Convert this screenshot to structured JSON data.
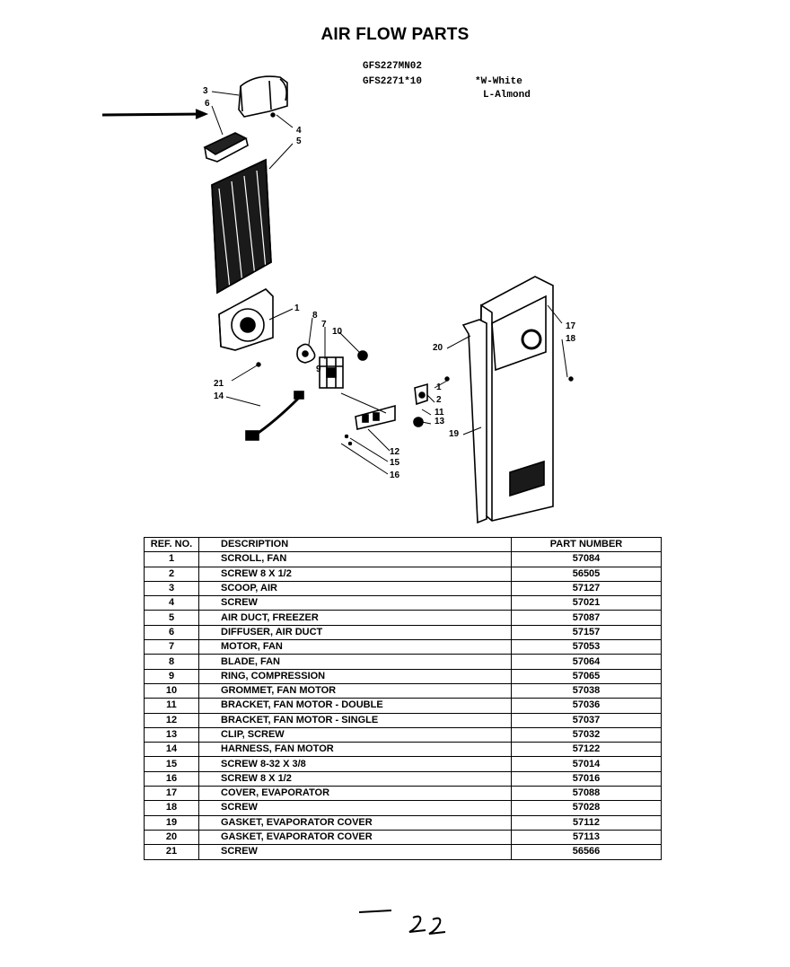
{
  "title": "AIR FLOW PARTS",
  "models": [
    "GFS227MN02",
    "GFS2271*10"
  ],
  "legend": [
    "*W-White",
    "L-Almond"
  ],
  "callouts": [
    "3",
    "6",
    "4",
    "5",
    "1",
    "8",
    "7",
    "10",
    "21",
    "14",
    "9",
    "20",
    "17",
    "18",
    "1",
    "2",
    "11",
    "13",
    "19",
    "12",
    "15",
    "16"
  ],
  "table": {
    "headers": {
      "ref": "REF. NO.",
      "desc": "DESCRIPTION",
      "part": "PART NUMBER"
    },
    "rows": [
      {
        "ref": "1",
        "desc": "SCROLL, FAN",
        "part": "57084"
      },
      {
        "ref": "2",
        "desc": "SCREW 8 X 1/2",
        "part": "56505"
      },
      {
        "ref": "3",
        "desc": "SCOOP, AIR",
        "part": "57127"
      },
      {
        "ref": "4",
        "desc": "SCREW",
        "part": "57021"
      },
      {
        "ref": "5",
        "desc": "AIR DUCT, FREEZER",
        "part": "57087"
      },
      {
        "ref": "6",
        "desc": "DIFFUSER, AIR DUCT",
        "part": "57157"
      },
      {
        "ref": "7",
        "desc": "MOTOR, FAN",
        "part": "57053"
      },
      {
        "ref": "8",
        "desc": "BLADE, FAN",
        "part": "57064"
      },
      {
        "ref": "9",
        "desc": "RING, COMPRESSION",
        "part": "57065"
      },
      {
        "ref": "10",
        "desc": "GROMMET, FAN MOTOR",
        "part": "57038"
      },
      {
        "ref": "11",
        "desc": "BRACKET, FAN MOTOR - DOUBLE",
        "part": "57036"
      },
      {
        "ref": "12",
        "desc": "BRACKET, FAN MOTOR - SINGLE",
        "part": "57037"
      },
      {
        "ref": "13",
        "desc": "CLIP, SCREW",
        "part": "57032"
      },
      {
        "ref": "14",
        "desc": "HARNESS, FAN MOTOR",
        "part": "57122"
      },
      {
        "ref": "15",
        "desc": "SCREW 8-32 X 3/8",
        "part": "57014"
      },
      {
        "ref": "16",
        "desc": "SCREW 8 X 1/2",
        "part": "57016"
      },
      {
        "ref": "17",
        "desc": "COVER, EVAPORATOR",
        "part": "57088"
      },
      {
        "ref": "18",
        "desc": "SCREW",
        "part": "57028"
      },
      {
        "ref": "19",
        "desc": "GASKET, EVAPORATOR COVER",
        "part": "57112"
      },
      {
        "ref": "20",
        "desc": "GASKET, EVAPORATOR COVER",
        "part": "57113"
      },
      {
        "ref": "21",
        "desc": "SCREW",
        "part": "56566"
      }
    ]
  },
  "handwritten_mark": "22"
}
